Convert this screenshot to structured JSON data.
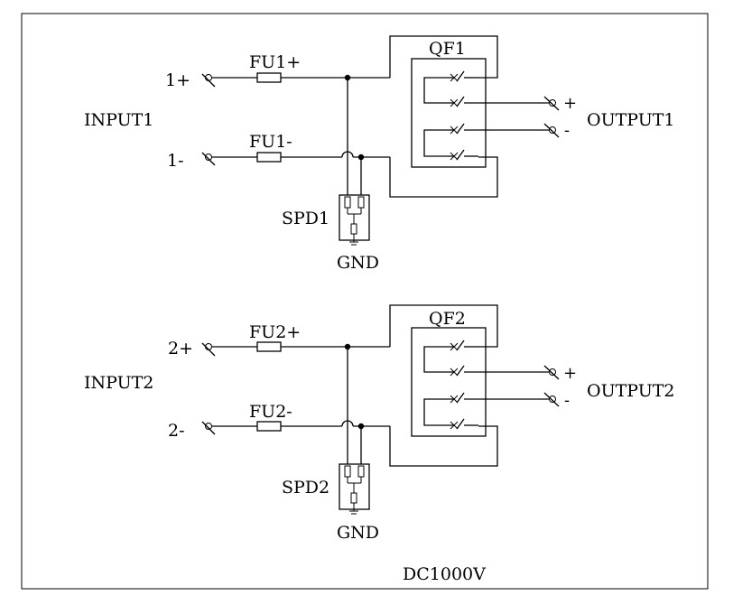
{
  "title": "DC1000V",
  "circuits": [
    {
      "input_label": "INPUT1",
      "pos_terminal": "1+",
      "neg_terminal": "1-",
      "fuse_pos": "FU1+",
      "fuse_neg": "FU1-",
      "breaker": "QF1",
      "spd": "SPD1",
      "ground": "GND",
      "output_label": "OUTPUT1",
      "out_pos": "+",
      "out_neg": "-"
    },
    {
      "input_label": "INPUT2",
      "pos_terminal": "2+",
      "neg_terminal": "2-",
      "fuse_pos": "FU2+",
      "fuse_neg": "FU2-",
      "breaker": "QF2",
      "spd": "SPD2",
      "ground": "GND",
      "output_label": "OUTPUT2",
      "out_pos": "+",
      "out_neg": "-"
    }
  ]
}
